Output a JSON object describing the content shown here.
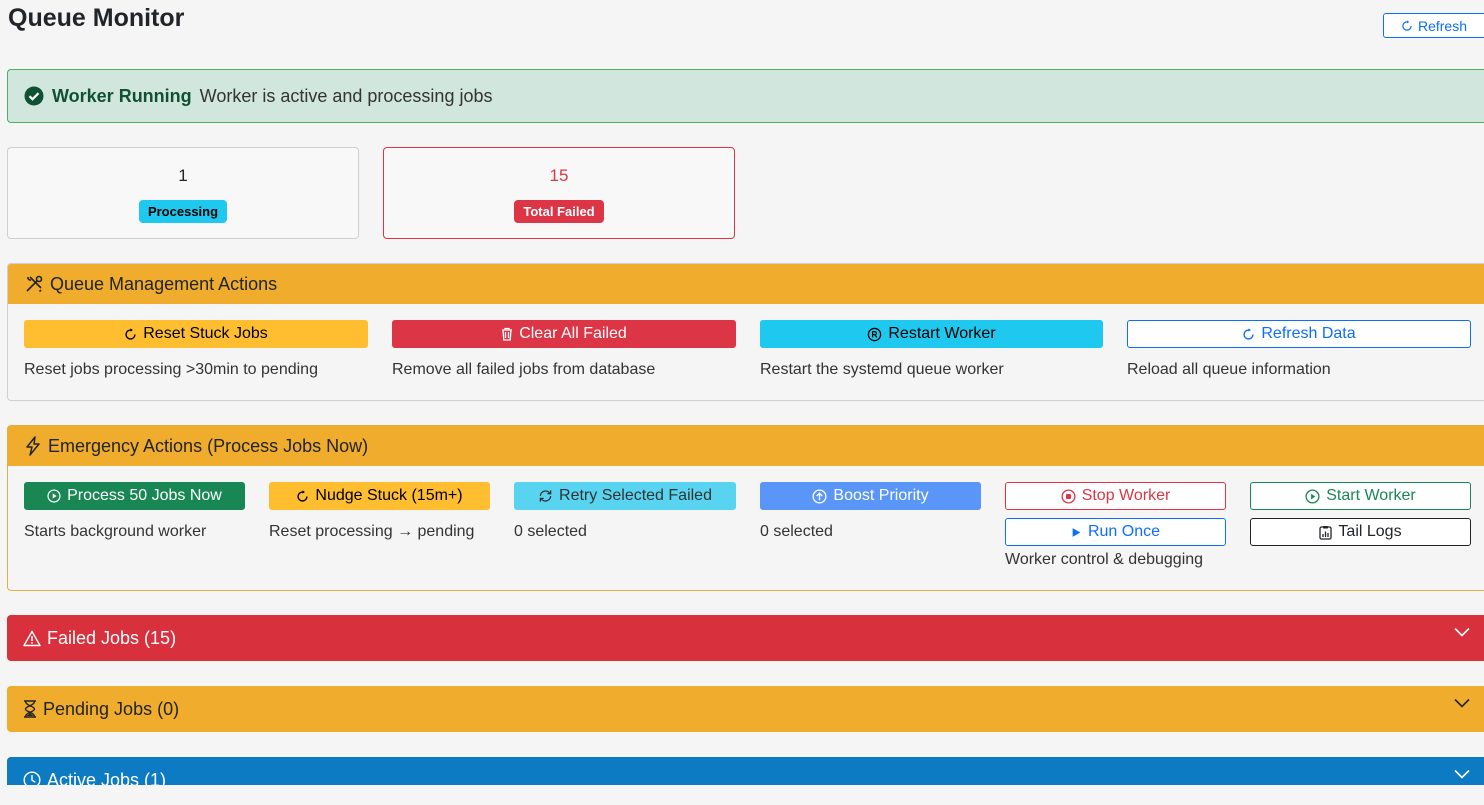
{
  "header": {
    "title": "Queue Monitor",
    "refresh_label": "Refresh"
  },
  "status_alert": {
    "title": "Worker Running",
    "message": "Worker is active and processing jobs",
    "color": "#d1e7dd"
  },
  "stats": [
    {
      "value": "1",
      "label": "Processing",
      "badge_color": "#1ec8ee"
    },
    {
      "value": "15",
      "label": "Total Failed",
      "badge_color": "#dc3545"
    }
  ],
  "queue_management": {
    "title": "Queue Management Actions",
    "actions": [
      {
        "label": "Reset Stuck Jobs",
        "icon": "refresh-icon",
        "description": "Reset jobs processing >30min to pending"
      },
      {
        "label": "Clear All Failed",
        "icon": "trash-icon",
        "description": "Remove all failed jobs from database"
      },
      {
        "label": "Restart Worker",
        "icon": "restart-icon",
        "description": "Restart the systemd queue worker"
      },
      {
        "label": "Refresh Data",
        "icon": "refresh-icon",
        "description": "Reload all queue information"
      }
    ]
  },
  "emergency": {
    "title": "Emergency Actions (Process Jobs Now)",
    "actions": [
      {
        "label": "Process 50 Jobs Now",
        "icon": "play-circle-icon",
        "description": "Starts background worker"
      },
      {
        "label": "Nudge Stuck (15m+)",
        "icon": "refresh-icon",
        "description": "Reset processing → pending"
      },
      {
        "label": "Retry Selected Failed",
        "icon": "retry-icon",
        "description": "0 selected"
      },
      {
        "label": "Boost Priority",
        "icon": "arrow-up-circle-icon",
        "description": "0 selected"
      }
    ],
    "worker_controls": {
      "stop_label": "Stop Worker",
      "start_label": "Start Worker",
      "run_once_label": "Run Once",
      "tail_logs_label": "Tail Logs",
      "description": "Worker control & debugging"
    }
  },
  "accordions": [
    {
      "title": "Failed Jobs (15)",
      "icon": "warning-icon",
      "color": "#dc3545"
    },
    {
      "title": "Pending Jobs (0)",
      "icon": "hourglass-icon",
      "color": "#f0ac2c"
    },
    {
      "title": "Active Jobs (1)",
      "icon": "clock-icon",
      "color": "#0d7ac4"
    }
  ]
}
